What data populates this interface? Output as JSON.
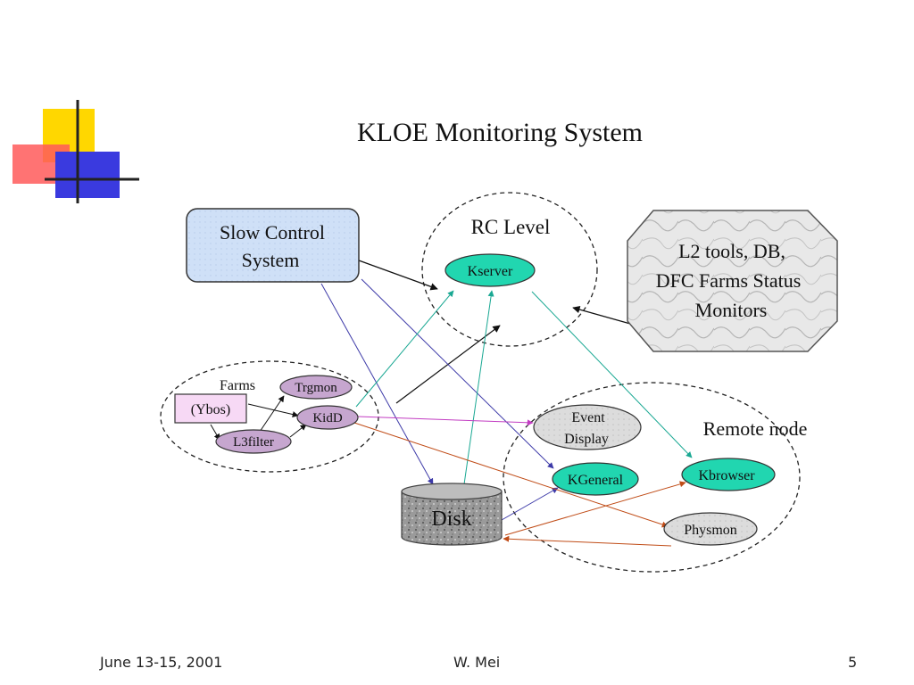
{
  "slide": {
    "title": "KLOE Monitoring System",
    "footer": {
      "date": "June 13-15, 2001",
      "author": "W. Mei",
      "page": "5"
    }
  },
  "nodes": {
    "slow_control_line1": "Slow Control",
    "slow_control_line2": "System",
    "rc_level": "RC Level",
    "kserver": "Kserver",
    "l2_line1": "L2 tools, DB,",
    "l2_line2": "DFC Farms Status",
    "l2_line3": "Monitors",
    "farms": "Farms",
    "trgmon": "Trgmon",
    "ybos": "(Ybos)",
    "kidd": "KidD",
    "l3filter": "L3filter",
    "event_display_line1": "Event",
    "event_display_line2": "Display",
    "remote_node": "Remote node",
    "kgeneral": "KGeneral",
    "kbrowser": "Kbrowser",
    "physmon": "Physmon",
    "disk": "Disk"
  },
  "colors": {
    "teal_node": "#21d6b0",
    "purple_node": "#c6a6cf",
    "blue_box": "#cfe0f7",
    "ybos_box": "#f7d9f5",
    "arrow_black": "#111111",
    "arrow_blue": "#5b58b8",
    "arrow_teal": "#2ab9a3",
    "arrow_magenta": "#d34fd3",
    "arrow_orange": "#c8561e"
  }
}
